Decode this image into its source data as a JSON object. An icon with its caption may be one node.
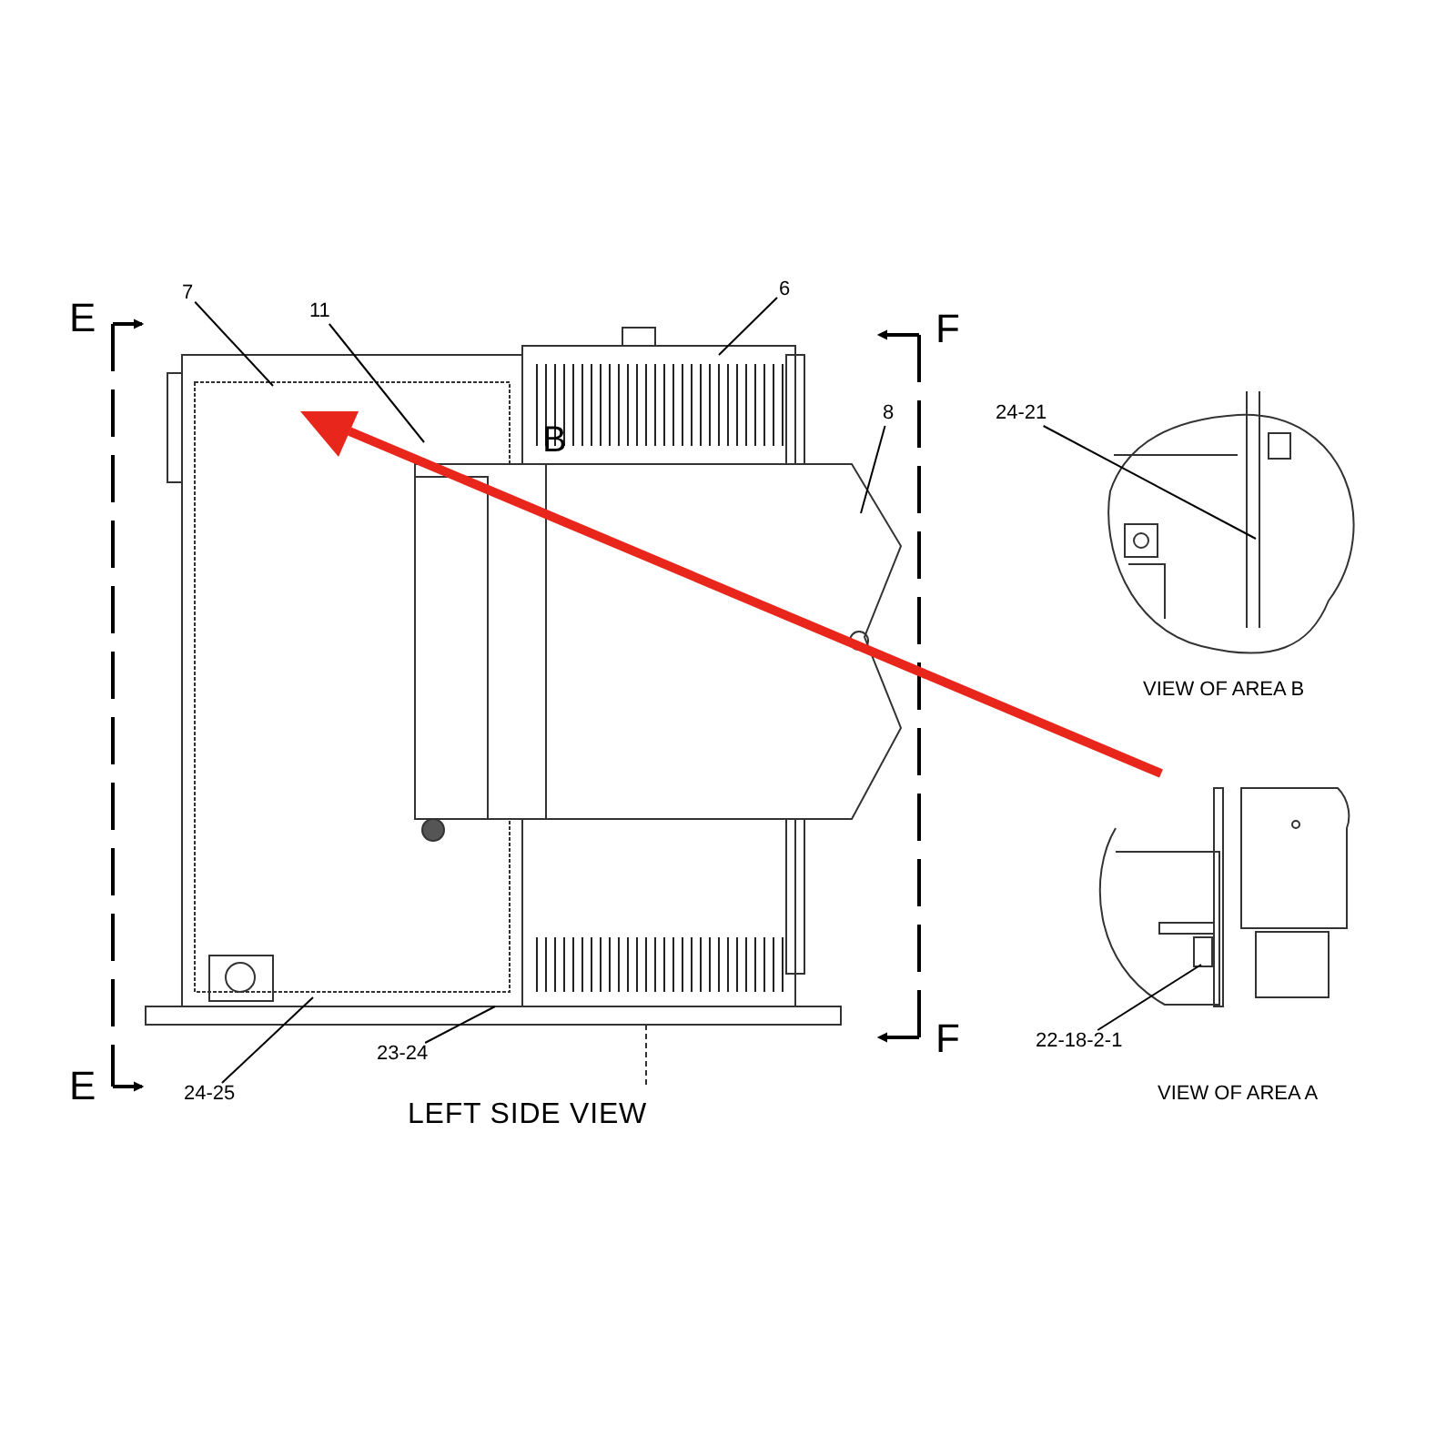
{
  "diagram": {
    "nodes": [
      {
        "text": [
          "7"
        ]
      },
      {
        "text": [
          "11"
        ]
      },
      {
        "text": [
          "6"
        ]
      },
      {
        "text": [
          "8"
        ]
      },
      {
        "text": [
          "24-25"
        ]
      },
      {
        "text": [
          "23-24"
        ]
      },
      {
        "text": [
          "24-21"
        ]
      },
      {
        "text": [
          "22-18-2-1"
        ]
      }
    ],
    "edges": [
      {
        "from": 0,
        "to": null,
        "arrow": "none"
      },
      {
        "from": 1,
        "to": null,
        "arrow": "none"
      },
      {
        "from": 2,
        "to": null,
        "arrow": "none"
      },
      {
        "from": 3,
        "to": null,
        "arrow": "none"
      },
      {
        "from": 4,
        "to": null,
        "arrow": "none"
      },
      {
        "from": 5,
        "to": null,
        "arrow": "none"
      },
      {
        "from": 6,
        "to": null,
        "arrow": "none"
      },
      {
        "from": 7,
        "to": null,
        "arrow": "none"
      }
    ],
    "labels": [
      "E",
      "F",
      "B",
      "E",
      "F",
      "LEFT SIDE VIEW",
      "VIEW OF AREA B",
      "VIEW OF AREA A"
    ]
  }
}
